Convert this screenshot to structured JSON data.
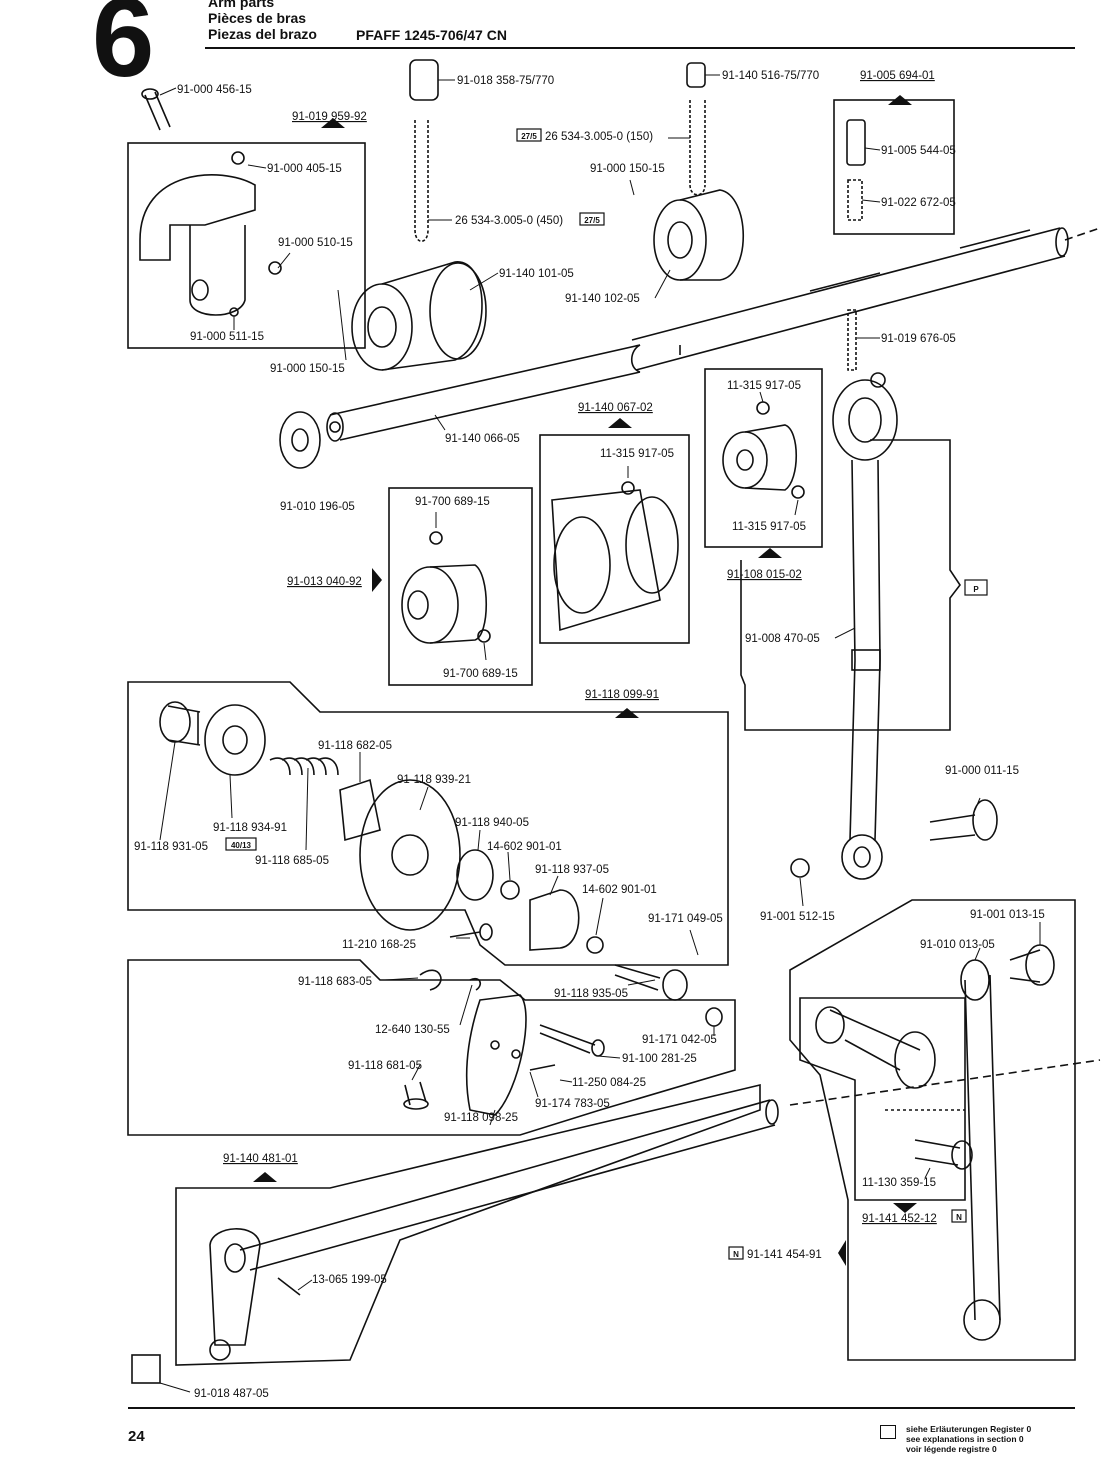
{
  "header": {
    "section_number": "6",
    "title_en": "Arm parts",
    "title_fr": "Pièces de bras",
    "title_es": "Piezas del brazo",
    "model": "PFAFF 1245-706/47 CN"
  },
  "labels": {
    "p1": "91-000 456-15",
    "p2": "91-019 959-92",
    "p3": "91-000 405-15",
    "p4": "91-000 510-15",
    "p5": "91-000 511-15",
    "p6": "91-000 150-15",
    "p7": "91-018 358-75/770",
    "p8": "26 534-3.005-0 (450)",
    "p9": "91-140 101-05",
    "p10": "91-140 516-75/770",
    "p11": "26 534-3.005-0 (150)",
    "p12": "91-000 150-15",
    "p13": "91-140 102-05",
    "p14": "91-005 694-01",
    "p15": "91-005 544-05",
    "p16": "91-022 672-05",
    "p17": "91-019 676-05",
    "p18": "91-140 066-05",
    "p19": "91-010 196-05",
    "p20": "91-140 067-02",
    "p21": "11-315 917-05",
    "p22": "11-315 917-05",
    "p23": "11-315 917-05",
    "p24": "91-108 015-02",
    "p25": "91-700 689-15",
    "p26": "91-700 689-15",
    "p27": "91-013 040-92",
    "p28": "91-008 470-05",
    "p29": "91-118 099-91",
    "p30": "91-118 682-05",
    "p31": "91-118 939-21",
    "p32": "91-118 934-91",
    "p33": "91-118 931-05",
    "p34": "91-118 685-05",
    "p35": "91-118 940-05",
    "p36": "14-602 901-01",
    "p37": "91-118 937-05",
    "p38": "14-602 901-01",
    "p39": "91-000 011-15",
    "p40": "91-001 512-15",
    "p41": "11-210 168-25",
    "p42": "91-171 049-05",
    "p43": "91-118 683-05",
    "p44": "91-118 935-05",
    "p45": "12-640 130-55",
    "p46": "91-171 042-05",
    "p47": "91-100 281-25",
    "p48": "91-118 681-05",
    "p49": "11-250 084-25",
    "p50": "91-174 783-05",
    "p51": "91-118 098-25",
    "p52": "91-001 013-15",
    "p53": "91-010 013-05",
    "p54": "91-140 481-01",
    "p55": "11-130 359-15",
    "p56": "91-141 452-12",
    "p57": "91-141 454-91",
    "p58": "13-065 199-05",
    "p59": "91-018 487-05"
  },
  "tags": {
    "t1": "27/5",
    "t2": "27/5",
    "t3": "40/13",
    "t4": "P",
    "t5": "N",
    "t6": "N"
  },
  "footer": {
    "page_number": "24",
    "legend_de": "siehe Erläuterungen Register 0",
    "legend_en": "see explanations in section 0",
    "legend_fr": "voir légende registre 0"
  }
}
